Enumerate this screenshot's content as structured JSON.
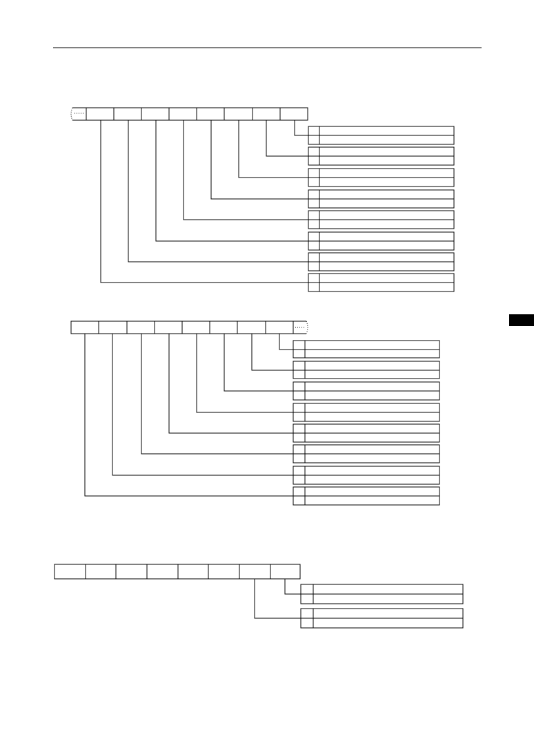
{
  "page": {
    "colors": {
      "line": "#000000",
      "background": "#ffffff",
      "side_tab": "#000000"
    }
  },
  "register_diagrams": [
    {
      "id": "register-a",
      "bit_cells": 8,
      "continuation_marker": "left",
      "field_rows": 8
    },
    {
      "id": "register-b",
      "bit_cells": 8,
      "continuation_marker": "right",
      "field_rows": 8
    },
    {
      "id": "register-c",
      "bit_cells": 8,
      "continuation_marker": "none",
      "field_rows": 2
    }
  ]
}
